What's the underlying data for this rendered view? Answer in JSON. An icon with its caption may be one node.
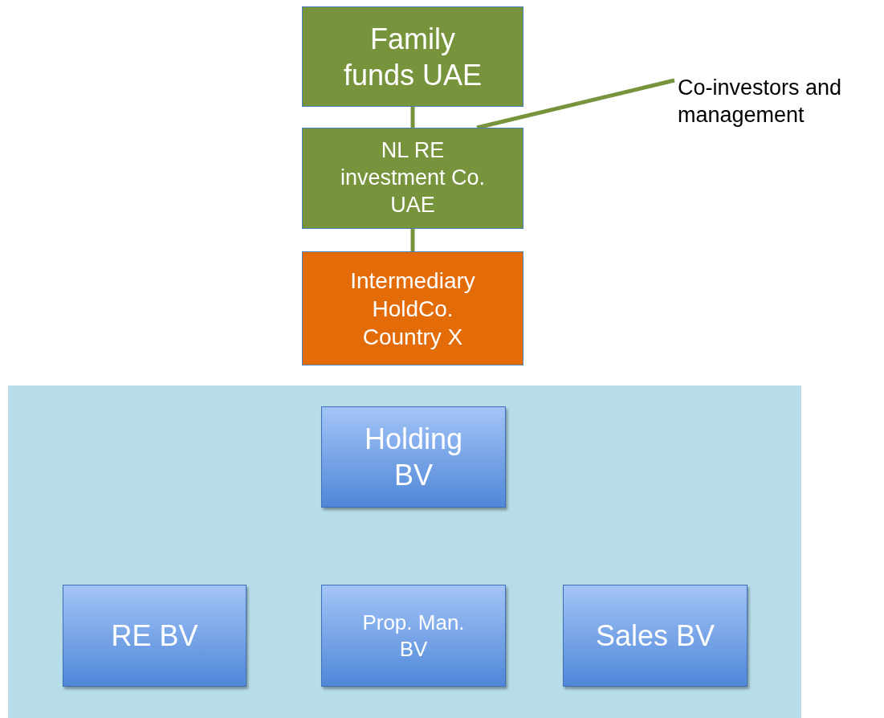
{
  "diagram": {
    "nodes": [
      {
        "text": [
          "Family funds UAE"
        ]
      },
      {
        "text": [
          "NL RE investment Co. UAE"
        ]
      },
      {
        "text": [
          "Intermediary HoldCo. Country X"
        ]
      },
      {
        "text": [],
        "shape": "box"
      },
      {
        "text": [
          "Holding BV"
        ],
        "in": 3
      },
      {
        "text": [
          "RE BV"
        ],
        "in": 3
      },
      {
        "text": [
          "Prop. Man. BV"
        ],
        "in": 3
      },
      {
        "text": [
          "Sales BV"
        ],
        "in": 3
      },
      {
        "text": [
          "Co-investors and management"
        ]
      }
    ],
    "edges": [
      {
        "from": 0,
        "to": 1,
        "arrow": "none"
      },
      {
        "from": 1,
        "to": 2,
        "arrow": "none"
      },
      {
        "from": 1,
        "to": 8,
        "arrow": "none"
      }
    ]
  }
}
